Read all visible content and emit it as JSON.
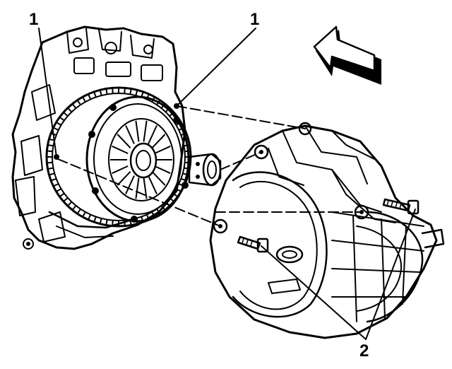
{
  "callouts": {
    "engine_dowel_left": "1",
    "engine_dowel_top": "1",
    "transaxle_bolts": "2"
  },
  "colors": {
    "ink": "#000000",
    "paper": "#ffffff"
  },
  "icons": {
    "direction_arrow": "arrow-left-icon"
  }
}
